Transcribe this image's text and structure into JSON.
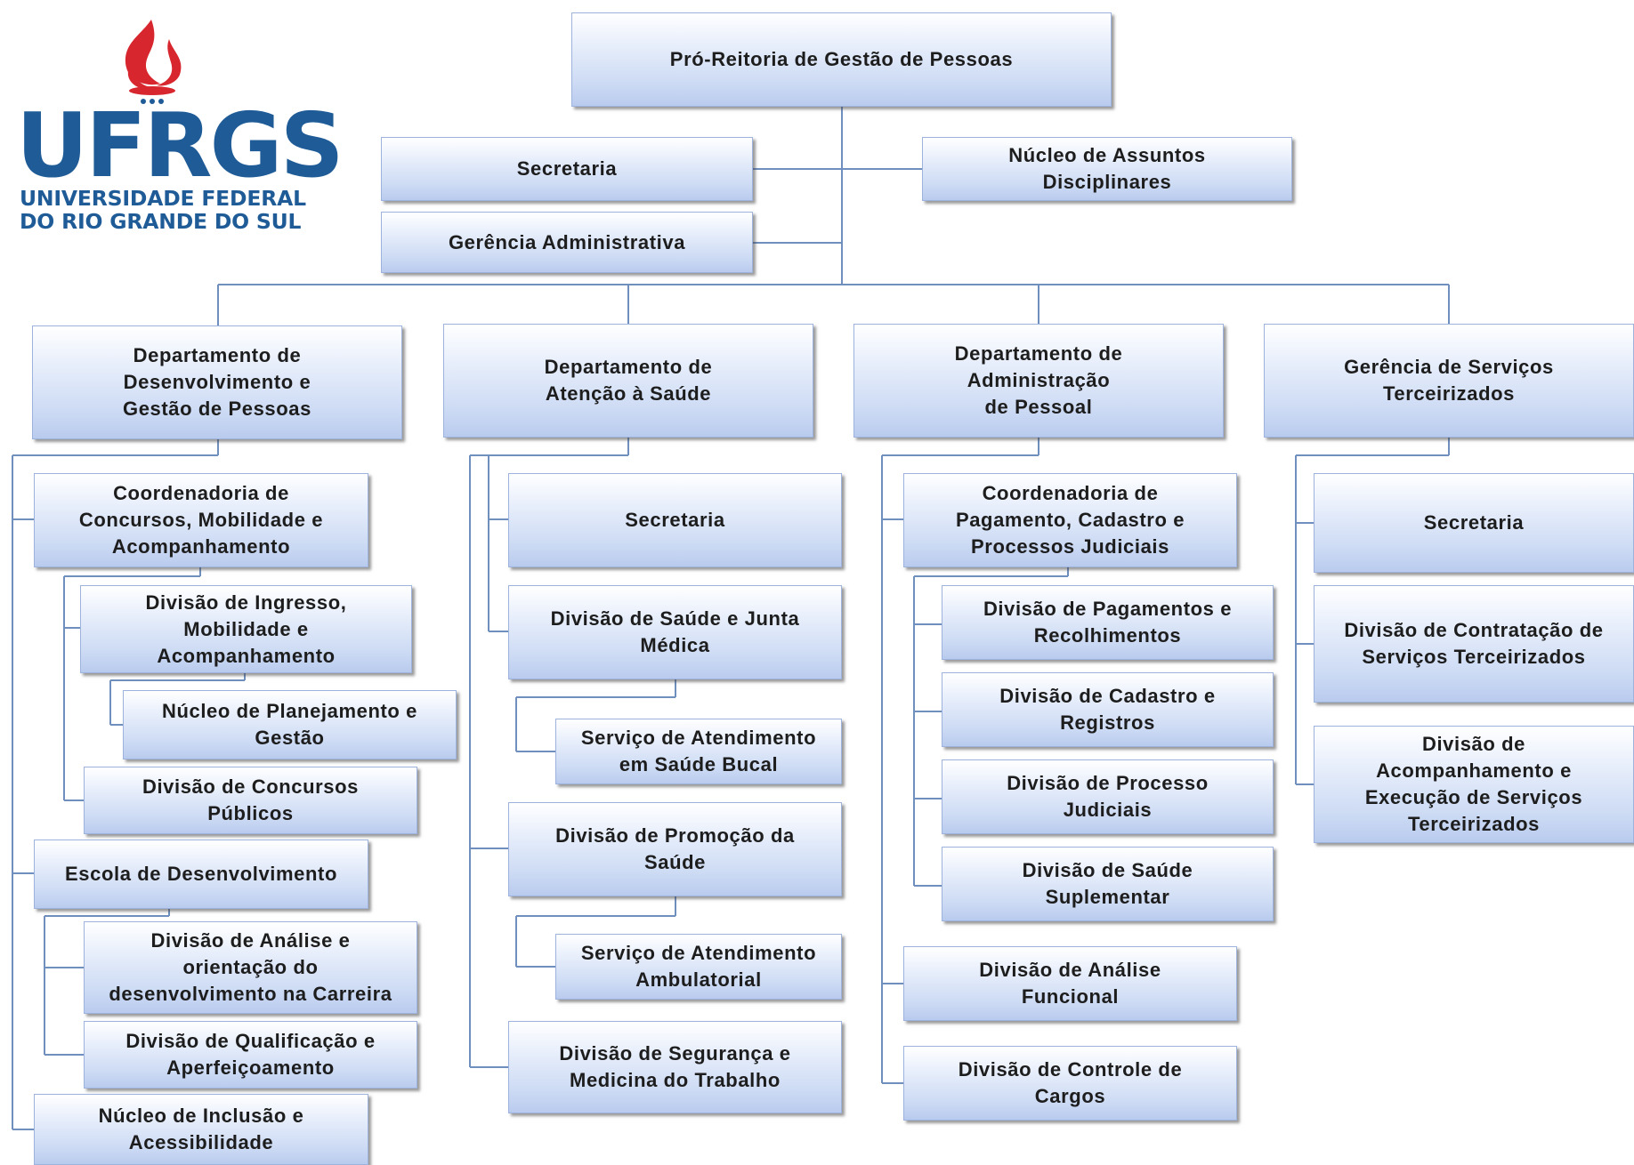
{
  "logo": {
    "wordmark": "UFRGS",
    "subtitle_line1": "UNIVERSIDADE FEDERAL",
    "subtitle_line2": "DO RIO GRANDE DO SUL"
  },
  "colors": {
    "line": "#6f8fbf",
    "box_border": "#9db2dc",
    "logo_blue": "#1f5c97",
    "flame_red": "#d8262e"
  },
  "nodes": {
    "pro_reitoria": "Pró-Reitoria de Gestão de Pessoas",
    "secretaria_top": "Secretaria",
    "gerencia_administrativa": "Gerência Administrativa",
    "nucleo_assuntos_disciplinares": "Núcleo de Assuntos\nDisciplinares",
    "dept_desenvolvimento": "Departamento de\nDesenvolvimento e\nGestão de Pessoas",
    "dept_atencao_saude": "Departamento de\nAtenção à Saúde",
    "dept_administracao_pessoal": "Departamento de\nAdministração\nde Pessoal",
    "gerencia_servicos_terceirizados": "Gerência de Serviços\nTerceirizados",
    "coord_concursos": "Coordenadoria de\nConcursos, Mobilidade e\nAcompanhamento",
    "div_ingresso": "Divisão de Ingresso,\nMobilidade e\nAcompanhamento",
    "nucleo_planejamento": "Núcleo de Planejamento e\nGestão",
    "div_concursos": "Divisão de Concursos\nPúblicos",
    "escola_desenvolvimento": "Escola de Desenvolvimento",
    "div_analise_carreira": "Divisão de Análise e\norientação do\ndesenvolvimento na Carreira",
    "div_qualificacao": "Divisão de Qualificação e\nAperfeiçoamento",
    "nucleo_inclusao": "Núcleo de Inclusão e\nAcessibilidade",
    "secretaria_saude": "Secretaria",
    "div_saude_junta": "Divisão de Saúde e Junta\nMédica",
    "serv_saude_bucal": "Serviço de Atendimento\nem Saúde Bucal",
    "div_promocao_saude": "Divisão de Promoção da\nSaúde",
    "serv_ambulatorial": "Serviço de Atendimento\nAmbulatorial",
    "div_seguranca": "Divisão de Segurança e\nMedicina do Trabalho",
    "coord_pagamento": "Coordenadoria de\nPagamento, Cadastro e\nProcessos Judiciais",
    "div_pagamentos": "Divisão de Pagamentos e\nRecolhimentos",
    "div_cadastro": "Divisão de Cadastro e\nRegistros",
    "div_processo": "Divisão de Processo\nJudiciais",
    "div_saude_suplementar": "Divisão de Saúde\nSuplementar",
    "div_analise_funcional": "Divisão de Análise\nFuncional",
    "div_controle_cargos": "Divisão de Controle de\nCargos",
    "secretaria_terceirizados": "Secretaria",
    "div_contratacao": "Divisão de Contratação de\nServiços Terceirizados",
    "div_acompanhamento_execucao": "Divisão de\nAcompanhamento e\nExecução de Serviços\nTerceirizados"
  }
}
